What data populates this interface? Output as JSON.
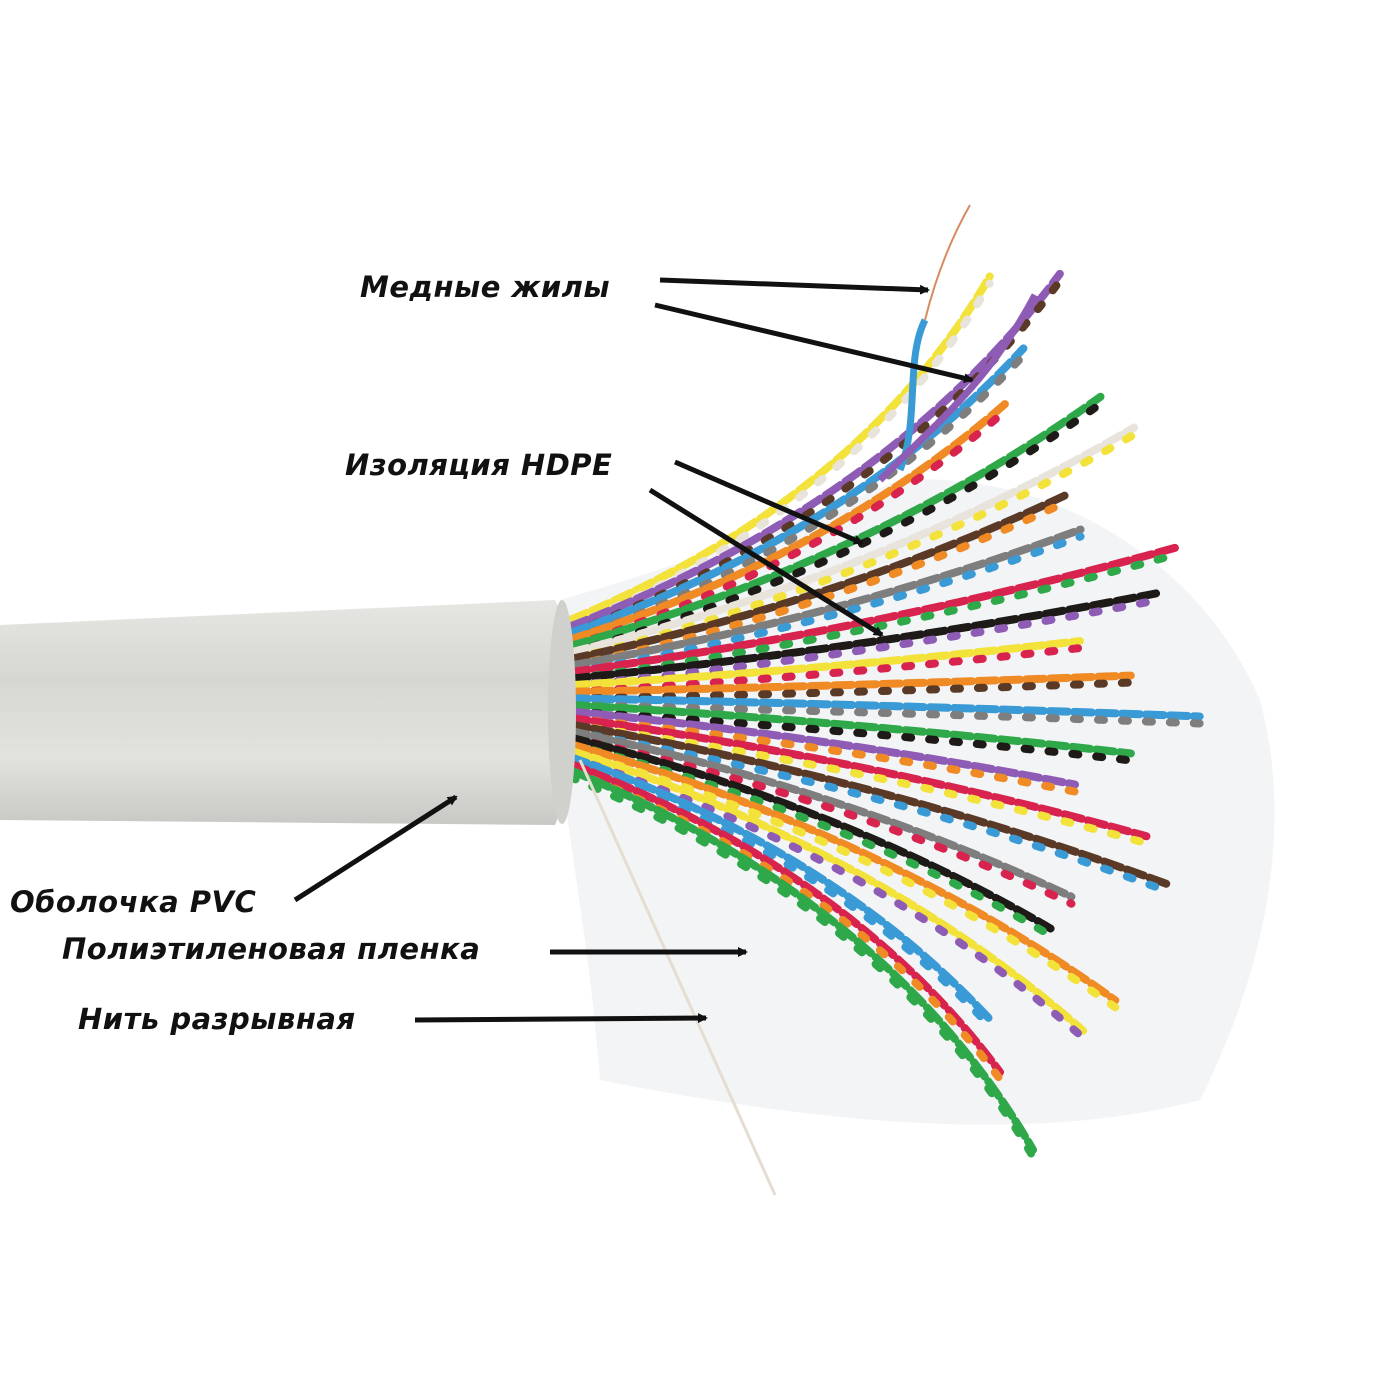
{
  "labels": {
    "copper_cores": "Медные жилы",
    "insulation": "Изоляция HDPE",
    "jacket": "Оболочка PVC",
    "film": "Полиэтиленовая пленка",
    "ripcord": "Нить разрывная"
  },
  "colors": {
    "jacket": "#dcdcd8",
    "arrow": "#111111",
    "wires": [
      "#f2e23a",
      "#8e5bb5",
      "#3a9ad6",
      "#f08a24",
      "#2fa84a",
      "#e8e4dc",
      "#5a3a26",
      "#7e7e7e",
      "#d8234f",
      "#1e1a18",
      "#f2e23a",
      "#f08a24",
      "#3a9ad6",
      "#2fa84a",
      "#8e5bb5",
      "#d8234f",
      "#5a3a26",
      "#7e7e7e",
      "#1e1a18",
      "#f08a24",
      "#f2e23a",
      "#3a9ad6",
      "#d8234f",
      "#2fa84a"
    ]
  }
}
